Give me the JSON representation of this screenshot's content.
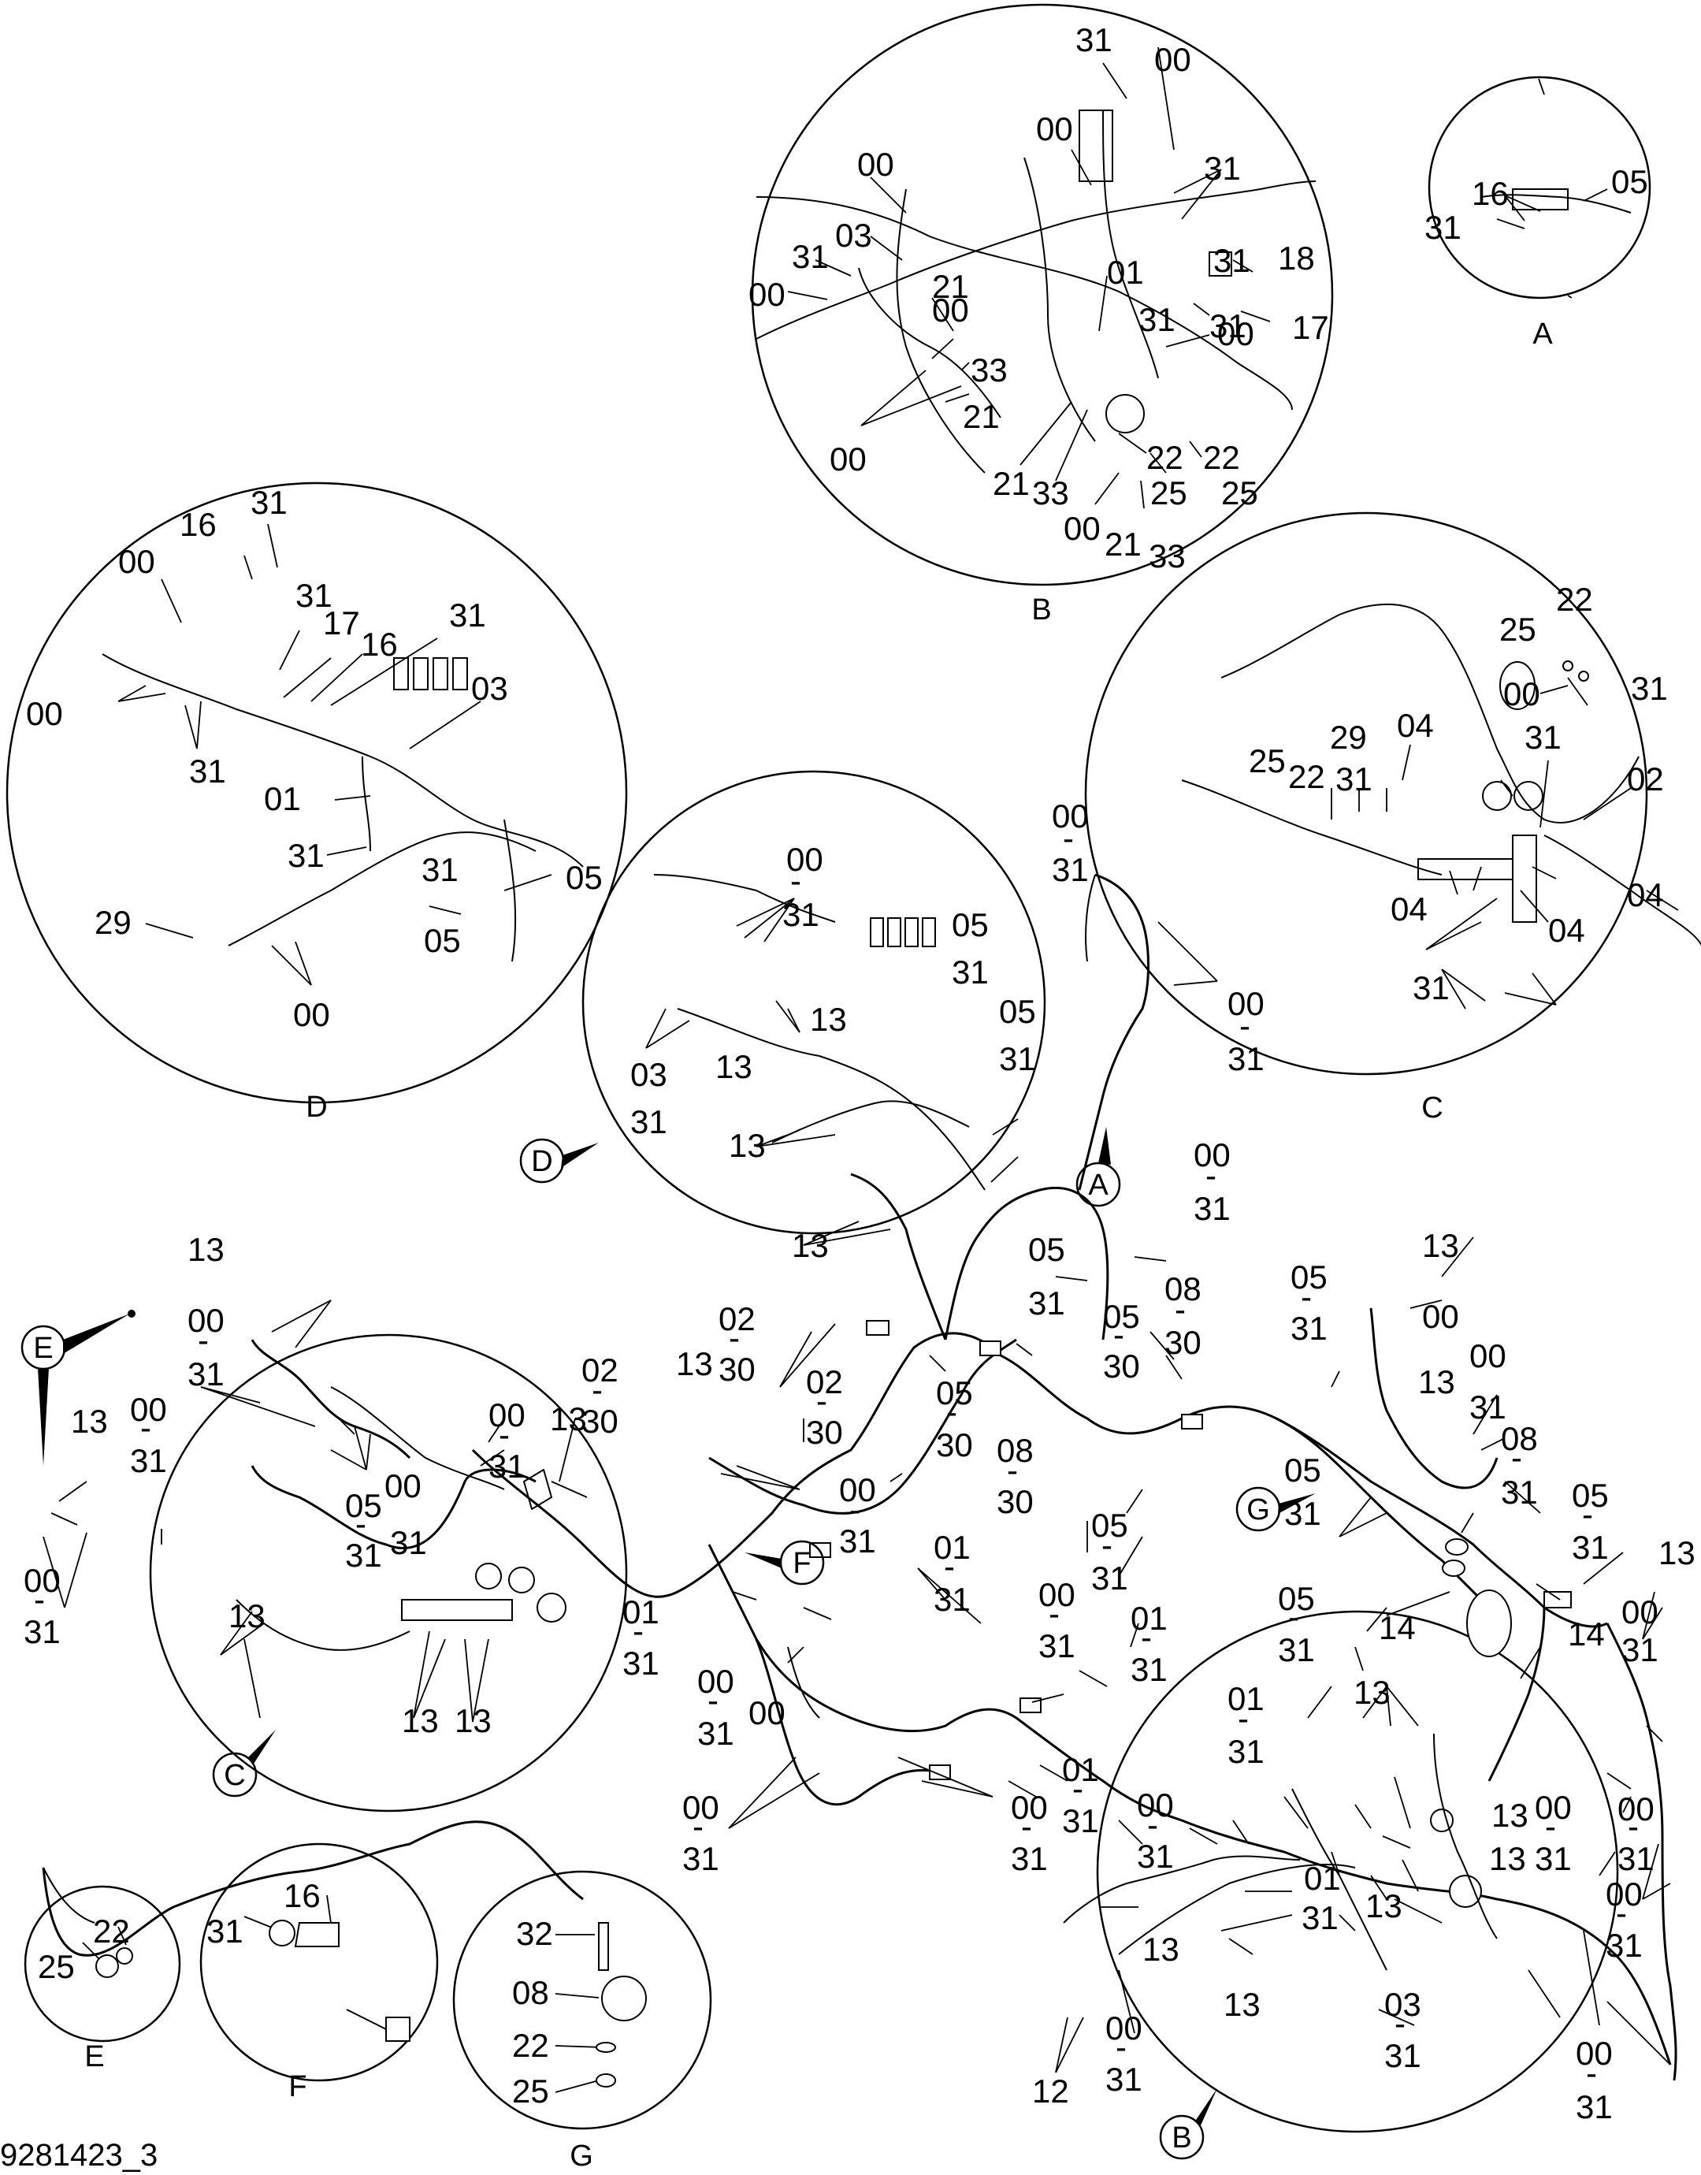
{
  "drawing_number": "9281423_3",
  "detail_letters": {
    "A": "A",
    "B": "B",
    "C": "C",
    "D": "D",
    "E": "E",
    "F": "F",
    "G": "G"
  },
  "part_numbers": {
    "p00": "00",
    "p01": "01",
    "p02": "02",
    "p03": "03",
    "p04": "04",
    "p05": "05",
    "p08": "08",
    "p12": "12",
    "p13": "13",
    "p14": "14",
    "p16": "16",
    "p17": "17",
    "p18": "18",
    "p21": "21",
    "p22": "22",
    "p25": "25",
    "p29": "29",
    "p30": "30",
    "p31": "31",
    "p32": "32",
    "p33": "33"
  }
}
